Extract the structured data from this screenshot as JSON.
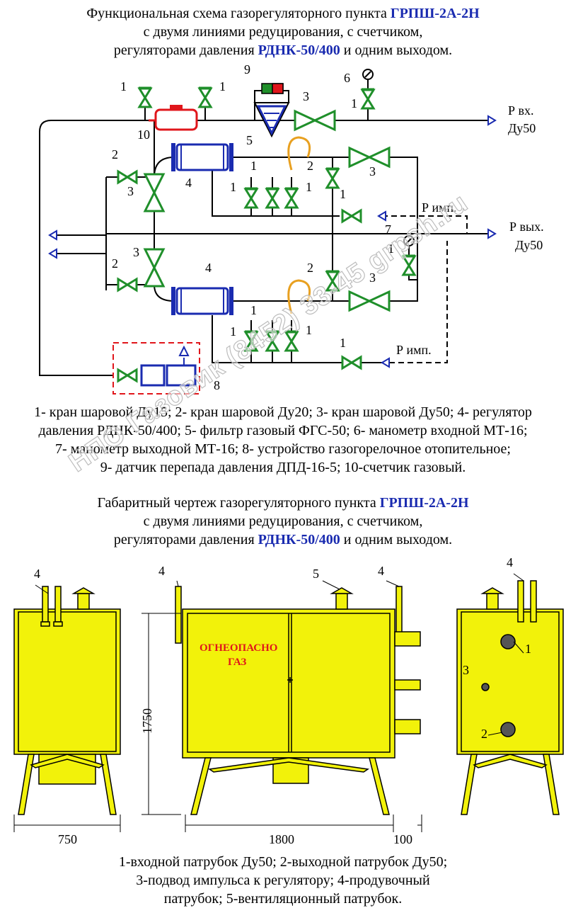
{
  "scheme": {
    "title_line1_prefix": "Функциональная схема газорегуляторного пункта",
    "title_line1_model": "ГРПШ-2А-2Н",
    "title_line2": "с двумя линиями редуцирования, с счетчиком,",
    "title_line3_prefix": "регуляторами давления",
    "title_line3_model": "РДНК-50/400",
    "title_line3_suffix": "и одним выходом.",
    "labels": {
      "p_in": "Р вх.",
      "dn_in": "Ду50",
      "p_out": "Р вых.",
      "dn_out": "Ду50",
      "p_imp": "Р имп.",
      "n1": "1",
      "n2": "2",
      "n3": "3",
      "n4": "4",
      "n5": "5",
      "n6": "6",
      "n7": "7",
      "n8": "8",
      "n9": "9",
      "n10": "10"
    },
    "legend_line1": "1- кран шаровой Ду15; 2- кран шаровой Ду20; 3- кран шаровой Ду50; 4- регулятор",
    "legend_line2": "давления РДНК-50/400; 5- фильтр газовый ФГС-50; 6- манометр входной МТ-16;",
    "legend_line3": "7- манометр выходной МТ-16; 8- устройство газогорелочное отопительное;",
    "legend_line4": "9- датчик перепада давления ДПД-16-5; 10-счетчик газовый."
  },
  "drawing": {
    "title_line1_prefix": "Габаритный чертеж газорегуляторного пункта",
    "title_line1_model": "ГРПШ-2А-2Н",
    "title_line2": "с двумя линиями редуцирования, с счетчиком,",
    "title_line3_prefix": "регуляторами давления",
    "title_line3_model": "РДНК-50/400",
    "title_line3_suffix": "и одним выходом.",
    "warning_line1": "ОГНЕОПАСНО",
    "warning_line2": "ГАЗ",
    "dim_height": "1750",
    "dim_depth": "750",
    "dim_width": "1800",
    "dim_offset": "100",
    "callouts": {
      "n1": "1",
      "n2": "2",
      "n3": "3",
      "n4": "4",
      "n5": "5"
    },
    "legend_line1": "1-входной патрубок Ду50; 2-выходной патрубок Ду50;",
    "legend_line2": "3-подвод импульса к регулятору; 4-продувочный",
    "legend_line3": "патрубок; 5-вентиляционный патрубок."
  },
  "watermark": "НПО Газовик (8452) 33-45 grpsh.ru",
  "colors": {
    "valve": "#1f8f2a",
    "regulator": "#1a2bb0",
    "meter": "#e0161b",
    "cabinet": "#f2f20a",
    "highlight_text": "#1a2bb0",
    "warning_text": "#e0161b",
    "impulse_tube": "#e8a020"
  }
}
